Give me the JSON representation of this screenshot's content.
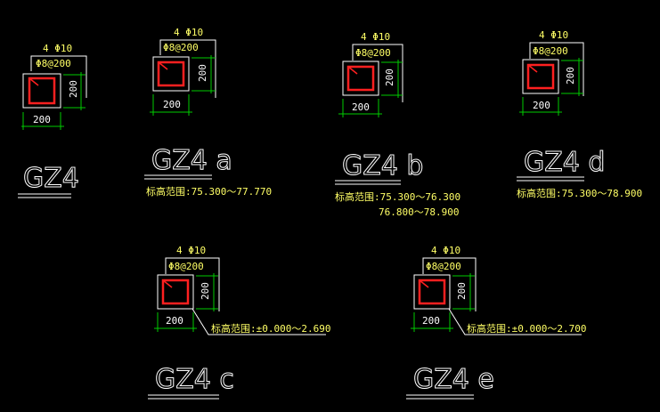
{
  "columns": [
    {
      "title": "GZ4",
      "main_bar": "4 Φ10",
      "stirrup": "Φ8@200",
      "width": "200",
      "height": "200",
      "elevation": [],
      "elevation_prefix": ""
    },
    {
      "title": "GZ4 a",
      "main_bar": "4 Φ10",
      "stirrup": "Φ8@200",
      "width": "200",
      "height": "200",
      "elevation_prefix": "标高范围:",
      "elevation": [
        "75.300～77.770"
      ]
    },
    {
      "title": "GZ4 b",
      "main_bar": "4 Φ10",
      "stirrup": "Φ8@200",
      "width": "200",
      "height": "200",
      "elevation_prefix": "标高范围:",
      "elevation": [
        "75.300～76.300",
        "76.800～78.900"
      ]
    },
    {
      "title": "GZ4 d",
      "main_bar": "4 Φ10",
      "stirrup": "Φ8@200",
      "width": "200",
      "height": "200",
      "elevation_prefix": "标高范围:",
      "elevation": [
        "75.300～78.900"
      ]
    },
    {
      "title": "GZ4 c",
      "main_bar": "4 Φ10",
      "stirrup": "Φ8@200",
      "width": "200",
      "height": "200",
      "elevation_prefix": "标高范围:",
      "elevation": [
        "±0.000～2.690"
      ]
    },
    {
      "title": "GZ4 e",
      "main_bar": "4 Φ10",
      "stirrup": "Φ8@200",
      "width": "200",
      "height": "200",
      "elevation_prefix": "标高范围:",
      "elevation": [
        "±0.000～2.700"
      ]
    }
  ],
  "colors": {
    "background": "#000000",
    "rebar_text": "#ffff66",
    "dimension": "#00cc00",
    "section": "#ffffff",
    "reinforcement": "#ff2020"
  }
}
